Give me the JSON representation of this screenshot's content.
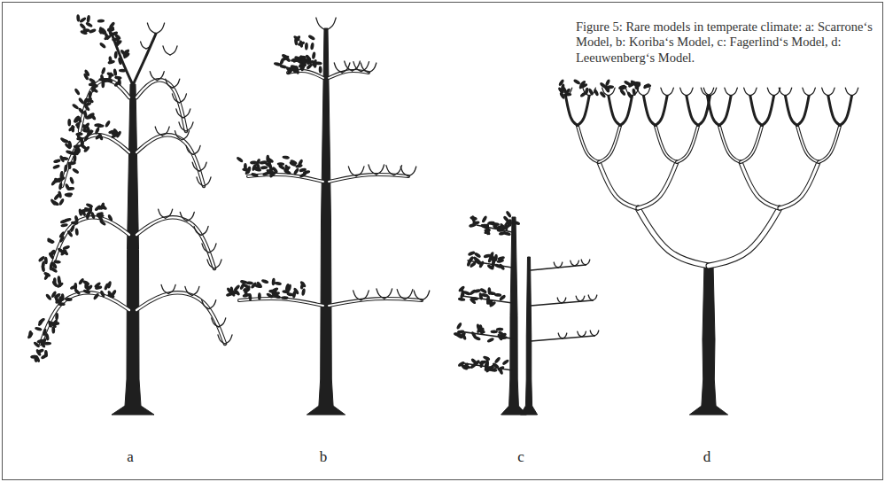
{
  "diagram": {
    "caption": "Figure 5: Rare models in temperate climate: a: Scarrone‘s Model, b: Koriba‘s Model, c: Fagerlind‘s Model, d: Leeuwenberg‘s Model.",
    "labels": [
      "a",
      "b",
      "c",
      "d"
    ]
  }
}
